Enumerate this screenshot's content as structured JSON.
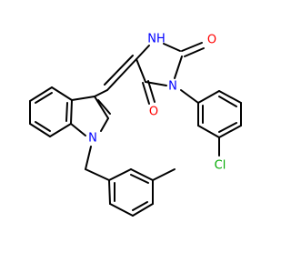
{
  "molecule": {
    "atom_labels": {
      "nh": "NH",
      "o_top": "O",
      "n_imide": "N",
      "o_lower": "O",
      "n_indole": "N",
      "cl": "Cl"
    },
    "colors": {
      "bond": "#000000",
      "nitrogen": "#0000ff",
      "oxygen": "#ff0000",
      "chlorine": "#00aa00"
    }
  }
}
